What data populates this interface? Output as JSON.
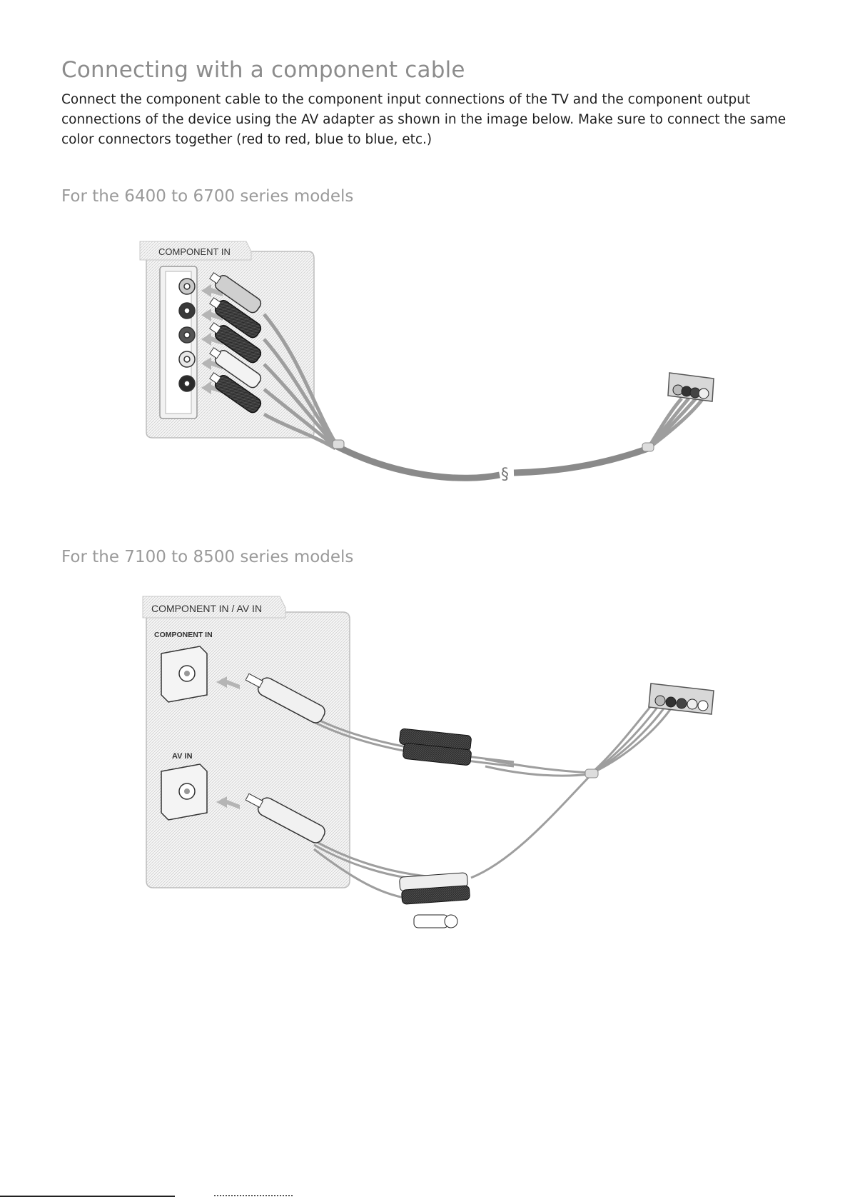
{
  "title": "Connecting with a component cable",
  "intro": "Connect the component cable to the component input connections of the TV and the component output connections of the device using the AV adapter as shown in the image below. Make sure to connect the same color connectors together (red to red, blue to blue, etc.)",
  "sections": [
    {
      "heading": "For the 6400 to 6700 series models",
      "panel_label": "COMPONENT IN"
    },
    {
      "heading": "For the 7100 to 8500 series models",
      "panel_label": "COMPONENT IN / AV IN",
      "sub_labels": [
        "COMPONENT IN",
        "AV IN"
      ]
    }
  ],
  "colors": {
    "title": "#8c8c8c",
    "heading": "#9a9a9a",
    "text": "#1f1f1f"
  }
}
